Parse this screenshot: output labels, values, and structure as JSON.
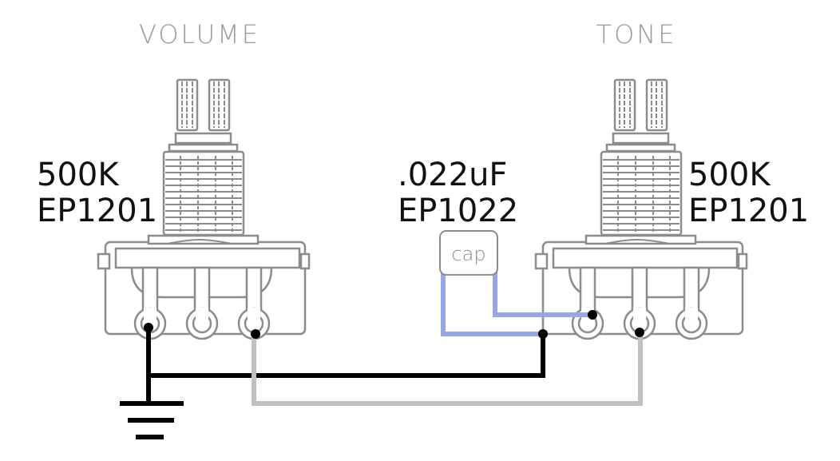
{
  "volume_pot": {
    "title": "VOLUME",
    "value": "500K",
    "part": "EP1201"
  },
  "tone_pot": {
    "title": "TONE",
    "value": "500K",
    "part": "EP1201"
  },
  "capacitor": {
    "value": ".022uF",
    "part": "EP1022",
    "body_label": "cap"
  },
  "colors": {
    "ground_wire": "#000000",
    "signal_wire": "#c0c0c0",
    "cap_leads": "#98a6e6",
    "outline": "#8c8c8c"
  }
}
